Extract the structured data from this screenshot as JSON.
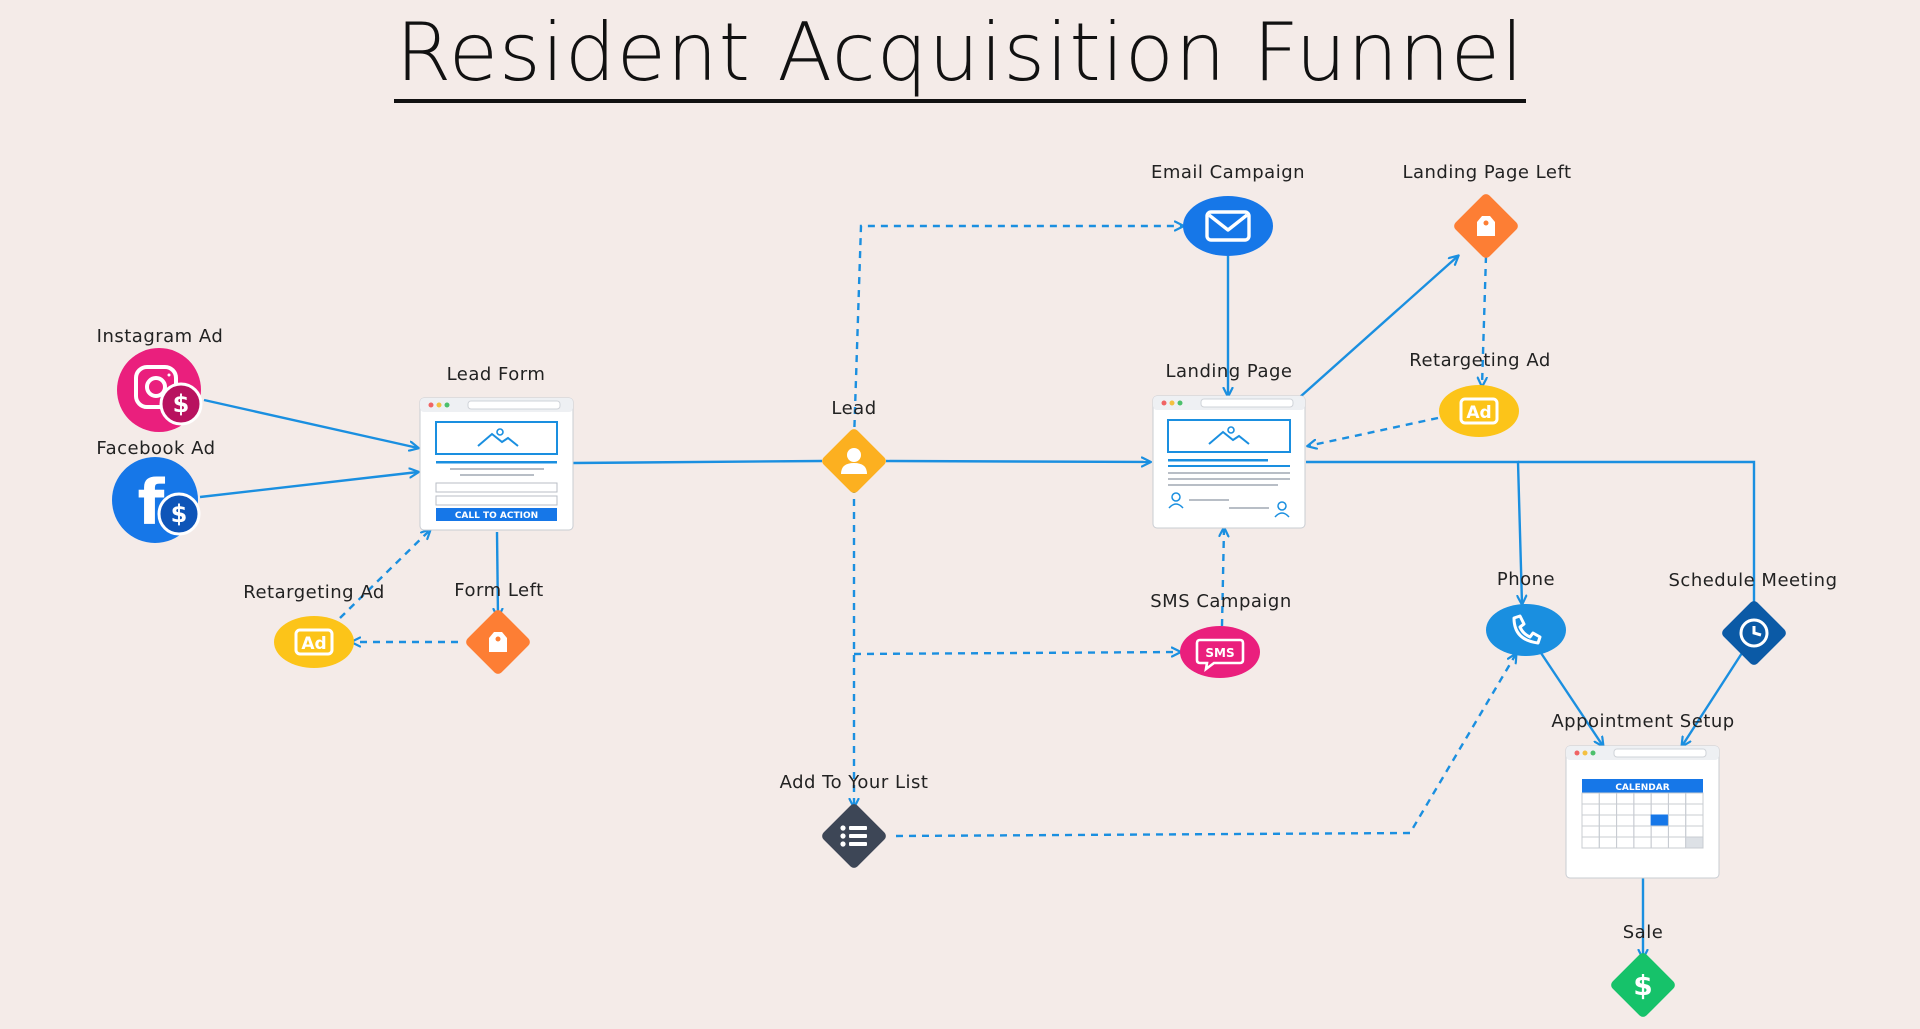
{
  "title": "Resident Acquisition Funnel",
  "colors": {
    "edge": "#1a8fe0",
    "instagram": "#ea1f7d",
    "facebook": "#1677e8",
    "ad": "#fcc419",
    "form_left": "#fd7e34",
    "lead": "#fcb020",
    "email": "#1677e8",
    "sms": "#ea1f7d",
    "phone": "#1a8fe0",
    "schedule": "#0b5aa6",
    "list": "#3d4656",
    "sale": "#16c26a"
  },
  "nodes": {
    "instagram_ad": {
      "label": "Instagram Ad",
      "icon": "instagram-icon"
    },
    "facebook_ad": {
      "label": "Facebook Ad",
      "icon": "facebook-icon"
    },
    "lead_form": {
      "label": "Lead Form",
      "cta": "CALL TO ACTION"
    },
    "retargeting_ad_left": {
      "label": "Retargeting Ad",
      "badge": "Ad"
    },
    "form_left": {
      "label": "Form Left",
      "icon": "tag-icon"
    },
    "lead": {
      "label": "Lead",
      "icon": "user-icon"
    },
    "add_to_list": {
      "label": "Add To Your List",
      "icon": "list-icon"
    },
    "email_campaign": {
      "label": "Email Campaign",
      "icon": "mail-icon"
    },
    "sms_campaign": {
      "label": "SMS Campaign",
      "badge": "SMS"
    },
    "landing_page": {
      "label": "Landing Page"
    },
    "landing_page_left": {
      "label": "Landing Page Left",
      "icon": "tag-icon"
    },
    "retargeting_ad_right": {
      "label": "Retargeting Ad",
      "badge": "Ad"
    },
    "phone": {
      "label": "Phone",
      "icon": "phone-icon"
    },
    "schedule_meeting": {
      "label": "Schedule Meeting",
      "icon": "clock-icon"
    },
    "appointment_setup": {
      "label": "Appointment Setup",
      "calendar": "CALENDAR"
    },
    "sale": {
      "label": "Sale",
      "icon": "dollar-icon"
    }
  }
}
